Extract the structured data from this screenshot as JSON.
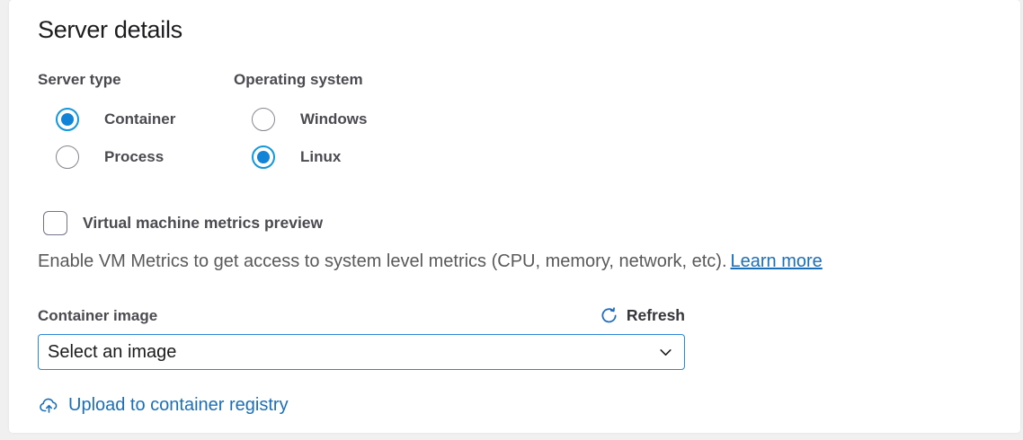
{
  "panel": {
    "title": "Server details",
    "server_type": {
      "label": "Server type",
      "options": [
        {
          "label": "Container",
          "selected": true
        },
        {
          "label": "Process",
          "selected": false
        }
      ]
    },
    "operating_system": {
      "label": "Operating system",
      "options": [
        {
          "label": "Windows",
          "selected": false
        },
        {
          "label": "Linux",
          "selected": true
        }
      ]
    },
    "vm_metrics": {
      "checkbox_label": "Virtual machine metrics preview",
      "checked": false,
      "description": "Enable VM Metrics to get access to system level metrics (CPU, memory, network, etc).",
      "link_label": "Learn more"
    },
    "container_image": {
      "label": "Container image",
      "refresh_label": "Refresh",
      "select_value": "Select an image",
      "upload_link_label": "Upload to container registry"
    },
    "icons": {
      "refresh": "circular-arrow",
      "upload": "cloud-upload-arrow",
      "select_caret": "chevron-down"
    },
    "colors": {
      "accent_blue": "#1496dc",
      "radio_dot_blue": "#1284d8",
      "link_blue": "#1a6fb8",
      "select_border_blue": "#2b88d9",
      "label_gray": "#4a4a50",
      "description_gray": "#595959",
      "background_gray": "#f0f0f1"
    }
  }
}
